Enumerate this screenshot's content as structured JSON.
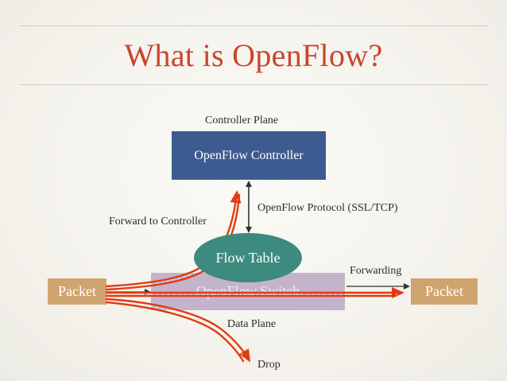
{
  "slide": {
    "title": "What is OpenFlow?"
  },
  "diagram": {
    "controller_plane_label": "Controller Plane",
    "controller_box": "OpenFlow Controller",
    "protocol_label": "OpenFlow Protocol (SSL/TCP)",
    "forward_to_controller_label": "Forward to Controller",
    "flow_table": "Flow Table",
    "switch_box": "OpenFlow Switch",
    "forwarding_label": "Forwarding",
    "packet_in": "Packet",
    "packet_out": "Packet",
    "data_plane_label": "Data Plane",
    "drop_label": "Drop"
  },
  "colors": {
    "title": "#c9452d",
    "controller_box": "#3e5b91",
    "switch_box": "#c3b4cc",
    "flow_table": "#3d8a7f",
    "packet_box": "#d0a46e",
    "packet_path": "#e23a12"
  }
}
